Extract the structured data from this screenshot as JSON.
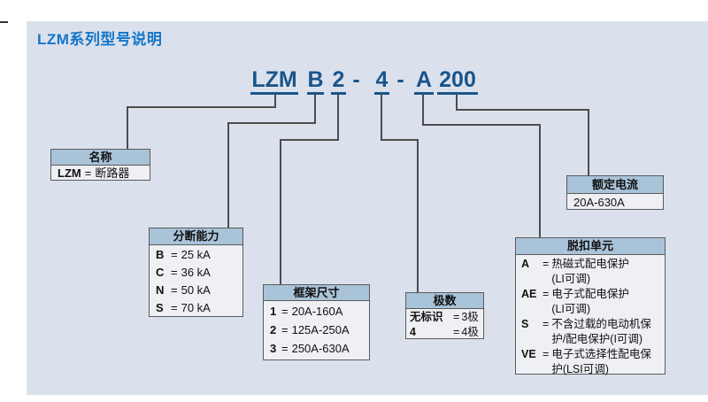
{
  "title": "LZM系列型号说明",
  "model": {
    "full": "LZM B 2 - 4 - A 200",
    "seg_lzm": "LZM",
    "seg_b": "B",
    "seg_2": "2",
    "seg_dash1": "-",
    "seg_4": "4",
    "seg_dash2": "-",
    "seg_a": "A",
    "seg_200": "200"
  },
  "boxes": [
    {
      "title": "名称",
      "rows": [
        {
          "code": "LZM",
          "eq": "=",
          "value": "断路器"
        }
      ]
    },
    {
      "title": "分断能力",
      "rows": [
        {
          "code": "B",
          "eq": "=",
          "value": "25 kA"
        },
        {
          "code": "C",
          "eq": "=",
          "value": "36 kA"
        },
        {
          "code": "N",
          "eq": "=",
          "value": "50 kA"
        },
        {
          "code": "S",
          "eq": "=",
          "value": "70 kA"
        }
      ]
    },
    {
      "title": "框架尺寸",
      "rows": [
        {
          "code": "1",
          "eq": "=",
          "value": "20A-160A"
        },
        {
          "code": "2",
          "eq": "=",
          "value": "125A-250A"
        },
        {
          "code": "3",
          "eq": "=",
          "value": "250A-630A"
        }
      ]
    },
    {
      "title": "极数",
      "rows": [
        {
          "code": "无标识",
          "eq": "=",
          "value": "3极"
        },
        {
          "code": "4",
          "eq": "=",
          "value": "4极"
        }
      ]
    },
    {
      "title": "脱扣单元",
      "rows": [
        {
          "code": "A",
          "eq": "=",
          "value": "热磁式配电保护",
          "value2": "(LI可调)"
        },
        {
          "code": "AE",
          "eq": "=",
          "value": "电子式配电保护",
          "value2": "(LI可调)"
        },
        {
          "code": "S",
          "eq": "=",
          "value": "不含过载的电动机保",
          "value2": "护/配电保护(I可调)"
        },
        {
          "code": "VE",
          "eq": "=",
          "value": "电子式选择性配电保",
          "value2": "护(LSI可调)"
        }
      ]
    },
    {
      "title": "额定电流",
      "body": "20A-630A"
    }
  ],
  "colors": {
    "panel_bg": "#dbe1ec",
    "box_header_bg": "#a9c3d9",
    "box_body_bg": "#eef0f4",
    "box_border": "#5a5a5a",
    "model_text": "#19558b",
    "title_text": "#1476c8",
    "connector_line": "#4d4d4d"
  }
}
